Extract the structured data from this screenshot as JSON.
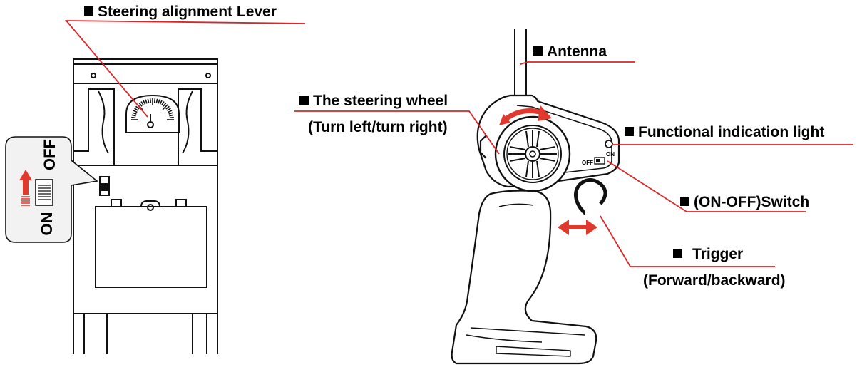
{
  "labels": {
    "steering_alignment": "Steering alignment Lever",
    "antenna": "Antenna",
    "steering_wheel": "The steering wheel",
    "steering_wheel_sub": "(Turn left/turn right)",
    "indication_light": "Functional indication light",
    "switch": "(ON-OFF)Switch",
    "trigger": "Trigger",
    "trigger_sub": "(Forward/backward)"
  },
  "switch_inset": {
    "off": "OFF",
    "on": "ON"
  },
  "transmitter_switch": {
    "off": "OFF",
    "on": "ON"
  },
  "colors": {
    "accent": "#e03a2f",
    "leader": "#d9262a",
    "line": "#111111",
    "inset_fill": "#f2f2f2"
  }
}
